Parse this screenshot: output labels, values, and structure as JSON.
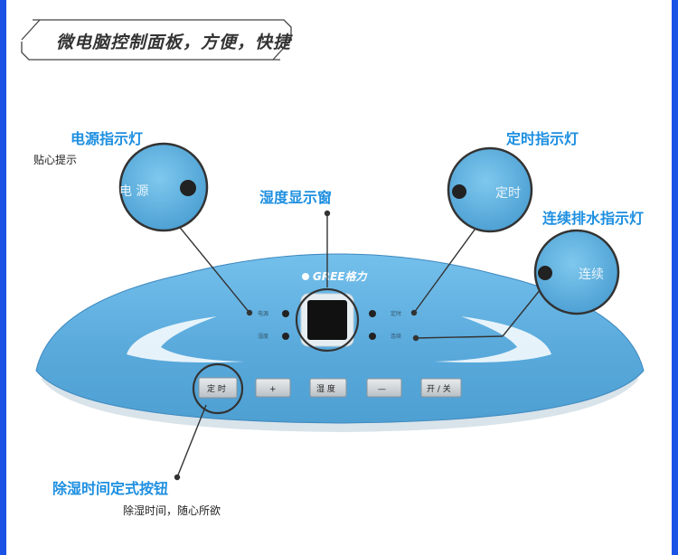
{
  "banner": {
    "title": "微电脑控制面板，方便，快捷"
  },
  "callouts": {
    "power": {
      "title": "电源指示灯",
      "subtitle": "贴心提示",
      "zoom_label": "电 源"
    },
    "humidity_display": {
      "title": "湿度显示窗"
    },
    "timer": {
      "title": "定时指示灯",
      "zoom_label": "定时"
    },
    "drain": {
      "title": "连续排水指示灯",
      "zoom_label": "连续"
    },
    "timer_button": {
      "title": "除湿时间定式按钮",
      "subtitle": "除湿时间，随心所欲"
    }
  },
  "panel": {
    "brand": "GREE格力",
    "indicators": {
      "power": "电源",
      "humidity": "湿度",
      "timer": "定时",
      "drain": "连续"
    },
    "buttons": {
      "timer": "定 时",
      "plus": "+",
      "humidity": "湿 度",
      "minus": "—",
      "power": "开 / 关"
    }
  },
  "colors": {
    "accent_blue": "#1d8fe0",
    "panel_blue": "#5fb0e0",
    "side_bar": "#1a52e6"
  }
}
